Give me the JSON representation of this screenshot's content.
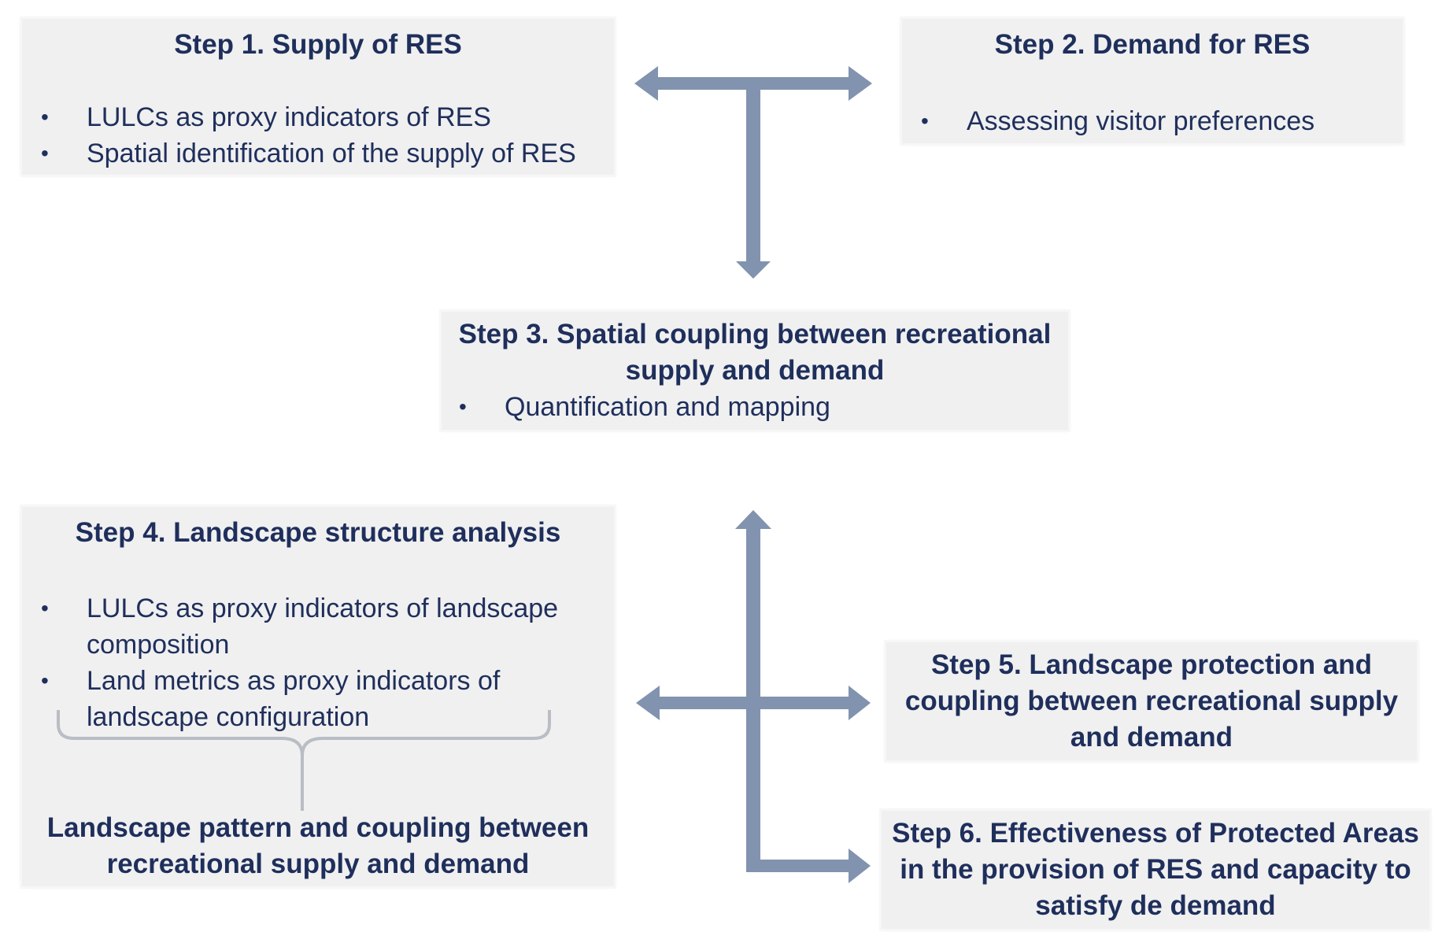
{
  "colors": {
    "box_bg": "#f0f0f0",
    "text": "#1f2f5c",
    "arrow": "#8193ae"
  },
  "step1": {
    "title": "Step 1. Supply of RES",
    "items": [
      "LULCs as proxy indicators of RES",
      "Spatial identification of the supply of RES"
    ]
  },
  "step2": {
    "title": "Step 2. Demand for RES",
    "items": [
      "Assessing visitor preferences"
    ]
  },
  "step3": {
    "title_line1": "Step 3. Spatial coupling between recreational",
    "title_line2": "supply and demand",
    "items": [
      "Quantification and mapping"
    ]
  },
  "step4": {
    "title": "Step 4. Landscape structure analysis",
    "items": [
      {
        "line1": "LULCs as proxy indicators of landscape",
        "line2": "composition"
      },
      {
        "line1": "Land metrics as proxy indicators of",
        "line2": "landscape configuration"
      }
    ],
    "footer_line1": "Landscape pattern and coupling between",
    "footer_line2": "recreational supply and demand"
  },
  "step5": {
    "line1": "Step 5. Landscape protection and",
    "line2": "coupling between recreational supply",
    "line3": "and demand"
  },
  "step6": {
    "line1": "Step 6. Effectiveness of Protected Areas",
    "line2": "in the provision of RES and capacity to",
    "line3": "satisfy de demand"
  },
  "bullet_char": "•"
}
